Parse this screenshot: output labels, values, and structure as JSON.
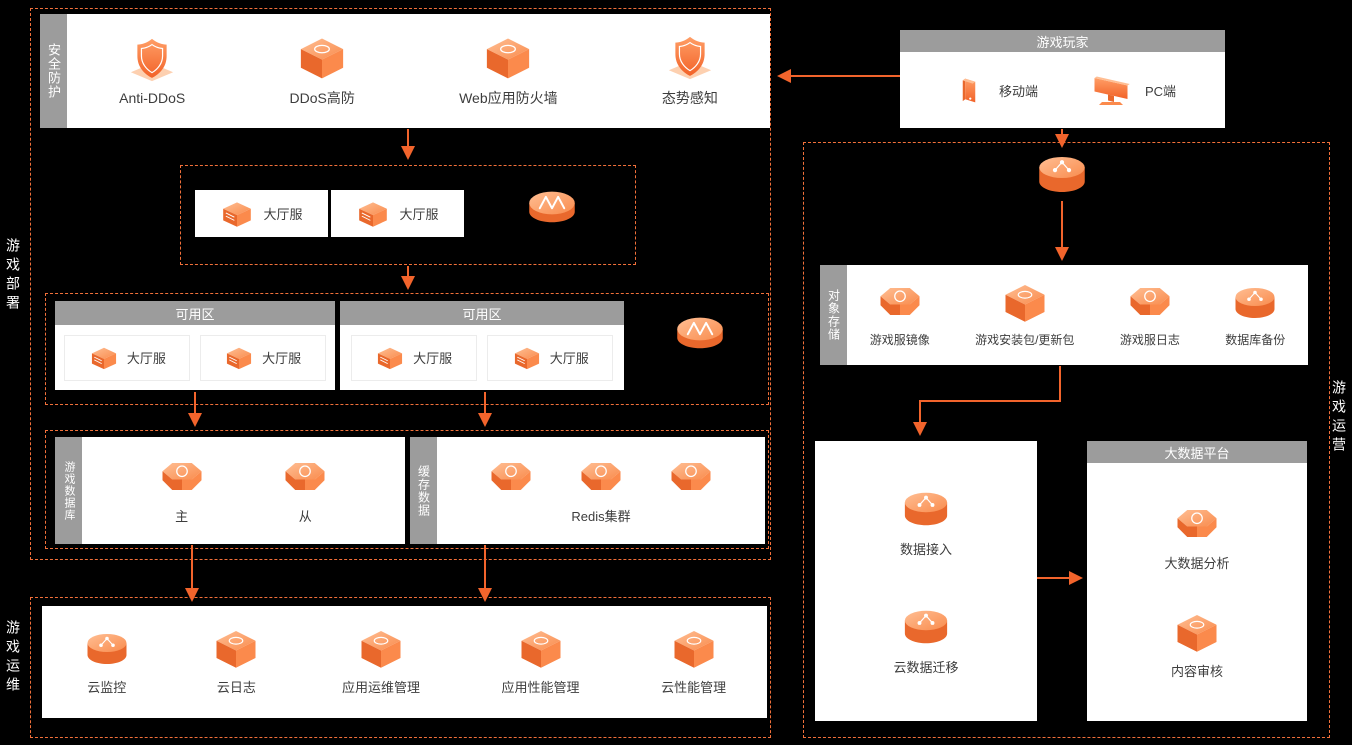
{
  "side_labels": {
    "deploy": "游戏部署",
    "maintenance": "游戏运维",
    "operation": "游戏运营"
  },
  "colors": {
    "accent_orange": "#F2703A",
    "header_gray": "#9C9C9C",
    "background": "#000000",
    "panel": "#FFFFFF"
  },
  "security": {
    "tab": "安全防护",
    "items": [
      {
        "label": "Anti-DDoS",
        "icon": "anti-ddos-shield-icon"
      },
      {
        "label": "DDoS高防",
        "icon": "ddos-high-defense-icon"
      },
      {
        "label": "Web应用防火墙",
        "icon": "web-firewall-icon"
      },
      {
        "label": "态势感知",
        "icon": "situation-awareness-icon"
      }
    ]
  },
  "lobby": {
    "servers": [
      {
        "label": "大厅服",
        "icon": "server-icon"
      },
      {
        "label": "大厅服",
        "icon": "server-icon"
      }
    ],
    "balancer_icon": "load-balancer-icon"
  },
  "zones": {
    "zone1": {
      "header": "可用区",
      "servers": [
        {
          "label": "大厅服"
        },
        {
          "label": "大厅服"
        }
      ]
    },
    "zone2": {
      "header": "可用区",
      "servers": [
        {
          "label": "大厅服"
        },
        {
          "label": "大厅服"
        }
      ]
    },
    "balancer_icon": "load-balancer-icon"
  },
  "database": {
    "tab": "游戏数据库",
    "items": [
      {
        "label": "主",
        "icon": "database-master-icon"
      },
      {
        "label": "从",
        "icon": "database-slave-icon"
      }
    ]
  },
  "cache": {
    "tab": "缓存数据",
    "cluster_label": "Redis集群",
    "icons": [
      "redis-node-icon",
      "redis-node-icon",
      "redis-node-icon"
    ]
  },
  "maintenance_row": {
    "items": [
      {
        "label": "云监控",
        "icon": "cloud-monitor-icon"
      },
      {
        "label": "云日志",
        "icon": "cloud-log-icon"
      },
      {
        "label": "应用运维管理",
        "icon": "app-ops-management-icon"
      },
      {
        "label": "应用性能管理",
        "icon": "app-performance-icon"
      },
      {
        "label": "云性能管理",
        "icon": "cloud-performance-icon"
      }
    ]
  },
  "players": {
    "header": "游戏玩家",
    "items": [
      {
        "label": "移动端",
        "icon": "mobile-icon"
      },
      {
        "label": "PC端",
        "icon": "pc-icon"
      }
    ]
  },
  "gateway_icon": "network-access-icon",
  "storage": {
    "tab": "对象存储",
    "items": [
      {
        "label": "游戏服镜像",
        "icon": "server-image-icon"
      },
      {
        "label": "游戏安装包/更新包",
        "icon": "install-package-icon"
      },
      {
        "label": "游戏服日志",
        "icon": "server-log-icon"
      },
      {
        "label": "数据库备份",
        "icon": "db-backup-icon"
      }
    ]
  },
  "dataflow": {
    "items": [
      {
        "label": "数据接入",
        "icon": "data-access-icon"
      },
      {
        "label": "云数据迁移",
        "icon": "data-migration-icon"
      }
    ]
  },
  "bigdata": {
    "header": "大数据平台",
    "items": [
      {
        "label": "大数据分析",
        "icon": "bigdata-analysis-icon"
      },
      {
        "label": "内容审核",
        "icon": "content-review-icon"
      }
    ]
  }
}
